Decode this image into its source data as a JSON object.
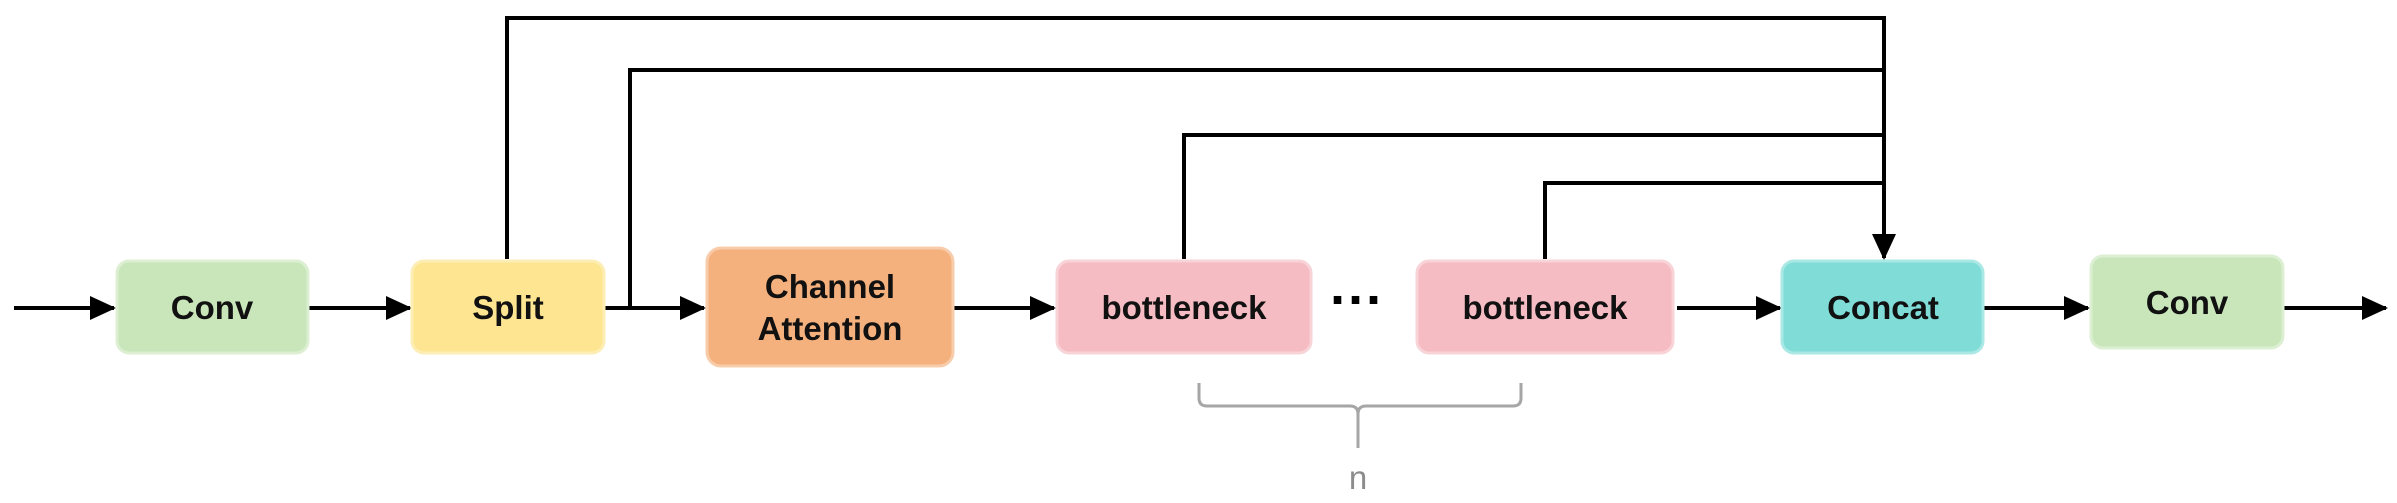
{
  "nodes": {
    "conv_in": {
      "label": "Conv",
      "fill": "#c9e6bb",
      "stroke": "#dcefd2"
    },
    "split": {
      "label": "Split",
      "fill": "#fde591",
      "stroke": "#fdeeb5"
    },
    "channel_attention": {
      "label_line1": "Channel",
      "label_line2": "Attention",
      "fill": "#f5b17d",
      "stroke": "#f8ccaa"
    },
    "bottleneck_first": {
      "label": "bottleneck",
      "fill": "#f5bcc3",
      "stroke": "#f8d3d8"
    },
    "bottleneck_last": {
      "label": "bottleneck",
      "fill": "#f5bcc3",
      "stroke": "#f8d3d8"
    },
    "concat": {
      "label": "Concat",
      "fill": "#7fdcd7",
      "stroke": "#a9e8e4"
    },
    "conv_out": {
      "label": "Conv",
      "fill": "#c9e6bb",
      "stroke": "#dcefd2"
    }
  },
  "repeat_brace": {
    "label": "n",
    "color": "#a6a6a6"
  },
  "ellipsis": "···",
  "colors": {
    "arrow": "#000000",
    "text": "#111111",
    "brace_text": "#8c8c8c"
  }
}
